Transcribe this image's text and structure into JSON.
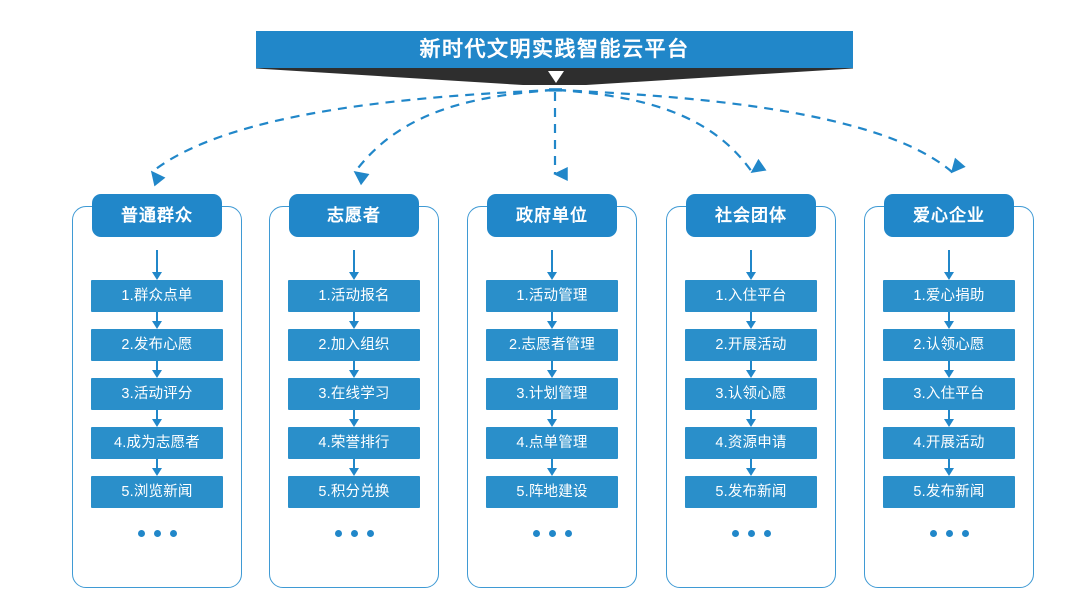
{
  "title": {
    "text": "新时代文明实践智能云平台"
  },
  "colors": {
    "title_bar": "#2187c9",
    "title_shadow": "#2e2e2e",
    "header_box": "#2187c9",
    "item_box": "#2a8fca",
    "frame_border": "#3f9ad4",
    "arrow": "#2187c9",
    "text": "#ffffff",
    "background": "#ffffff"
  },
  "columns": [
    {
      "header": "普通群众",
      "items": [
        "1.群众点单",
        "2.发布心愿",
        "3.活动评分",
        "4.成为志愿者",
        "5.浏览新闻"
      ],
      "more": "..."
    },
    {
      "header": "志愿者",
      "items": [
        "1.活动报名",
        "2.加入组织",
        "3.在线学习",
        "4.荣誉排行",
        "5.积分兑换"
      ],
      "more": "..."
    },
    {
      "header": "政府单位",
      "items": [
        "1.活动管理",
        "2.志愿者管理",
        "3.计划管理",
        "4.点单管理",
        "5.阵地建设"
      ],
      "more": "..."
    },
    {
      "header": "社会团体",
      "items": [
        "1.入住平台",
        "2.开展活动",
        "3.认领心愿",
        "4.资源申请",
        "5.发布新闻"
      ],
      "more": "..."
    },
    {
      "header": "爱心企业",
      "items": [
        "1.爱心捐助",
        "2.认领心愿",
        "3.入住平台",
        "4.开展活动",
        "5.发布新闻"
      ],
      "more": "..."
    }
  ]
}
